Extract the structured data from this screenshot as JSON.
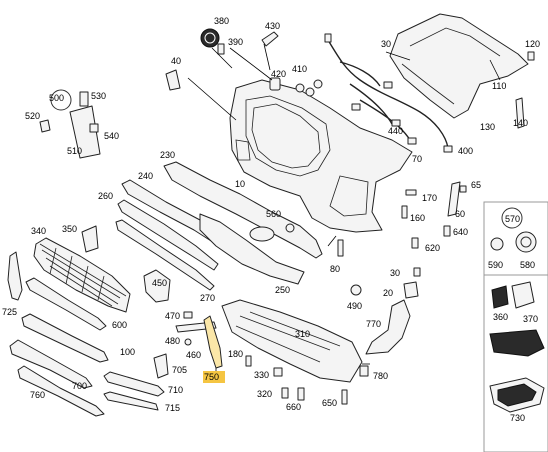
{
  "callouts": {
    "c10": "10",
    "c20": "20",
    "c30": "30",
    "c40": "40",
    "c60": "60",
    "c65": "65",
    "c70": "70",
    "c80": "80",
    "c100": "100",
    "c110": "110",
    "c120": "120",
    "c130": "130",
    "c140": "140",
    "c160": "160",
    "c170": "170",
    "c180": "180",
    "c230": "230",
    "c240": "240",
    "c250": "250",
    "c260": "260",
    "c270": "270",
    "c310": "310",
    "c320": "320",
    "c330": "330",
    "c340": "340",
    "c350": "350",
    "c360": "360",
    "c370": "370",
    "c380": "380",
    "c390": "390",
    "c400": "400",
    "c410": "410",
    "c420": "420",
    "c430": "430",
    "c440": "440",
    "c450": "450",
    "c460": "460",
    "c470": "470",
    "c480": "480",
    "c490": "490",
    "c500": "500",
    "c510": "510",
    "c520": "520",
    "c530": "530",
    "c540": "540",
    "c560": "560",
    "c570": "570",
    "c580": "580",
    "c590": "590",
    "c600": "600",
    "c620": "620",
    "c640": "640",
    "c650": "650",
    "c660": "660",
    "c700": "700",
    "c705": "705",
    "c710": "710",
    "c715": "715",
    "c725": "725",
    "c730": "730",
    "c750": "750",
    "c760": "760",
    "c770": "770",
    "c780": "780"
  },
  "highlight": {
    "part": "750",
    "color": "#f5c542"
  },
  "circled": [
    "500",
    "570"
  ]
}
